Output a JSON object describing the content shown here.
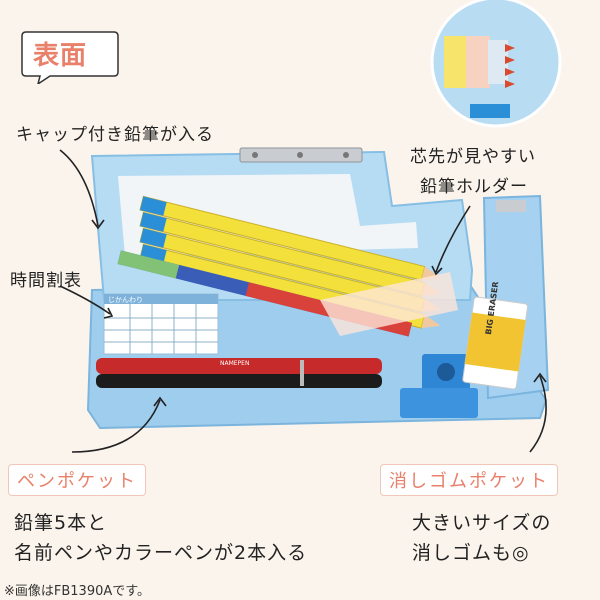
{
  "title": "表面",
  "labels": {
    "cap_pencil": "キャップ付き鉛筆が入る",
    "holder_line1": "芯先が見やすい",
    "holder_line2": "鉛筆ホルダー",
    "timetable": "時間割表",
    "pen_pocket": "ペンポケット",
    "eraser_pocket": "消しゴムポケット"
  },
  "pen_desc": {
    "line1": "鉛筆5本と",
    "line2": "名前ペンやカラーペンが2本入る"
  },
  "eraser_desc": {
    "line1": "大きいサイズの",
    "line2": "消しゴムも◎"
  },
  "eraser_brand": "BIG ERASER",
  "pen_print": "NAMEPEN",
  "timetable_header": "じかんわり",
  "note": "※画像はFB1390Aです。",
  "colors": {
    "accent": "#e8806a",
    "case_blue": "#a9d3ef",
    "pencil_yellow": "#f3e03a",
    "pencil_cap_blue": "#2b8fd8"
  }
}
